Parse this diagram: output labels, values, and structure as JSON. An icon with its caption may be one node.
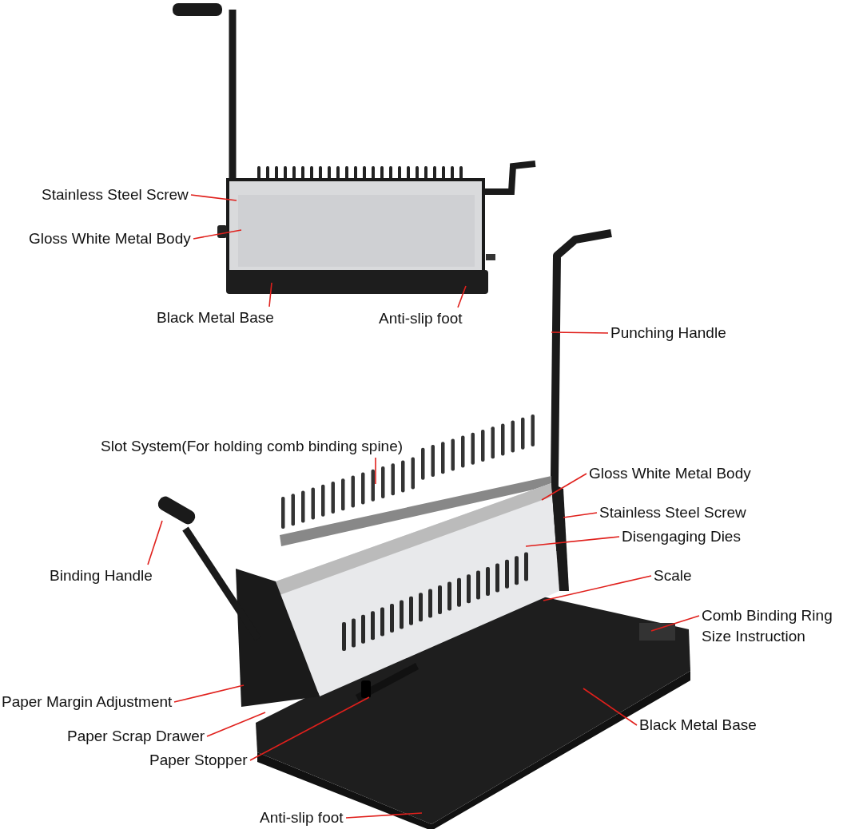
{
  "diagram": {
    "nodes": [
      {
        "text": [
          "Stainless Steel Screw"
        ]
      },
      {
        "text": [
          "Gloss White Metal Body"
        ]
      },
      {
        "text": [
          "Black Metal Base"
        ]
      },
      {
        "text": [
          "Anti-slip foot"
        ]
      },
      {
        "text": [
          "Punching Handle"
        ]
      },
      {
        "text": [
          "Slot System(For holding comb binding spine)"
        ]
      },
      {
        "text": [
          "Gloss White Metal Body"
        ]
      },
      {
        "text": [
          "Stainless Steel Screw"
        ]
      },
      {
        "text": [
          "Binding Handle"
        ]
      },
      {
        "text": [
          "Disengaging Dies"
        ]
      },
      {
        "text": [
          "Scale"
        ]
      },
      {
        "text": [
          "Comb Binding Ring Size Instruction"
        ]
      },
      {
        "text": [
          "Paper Margin Adjustment"
        ]
      },
      {
        "text": [
          "Paper Scrap Drawer"
        ]
      },
      {
        "text": [
          "Black Metal Base"
        ]
      },
      {
        "text": [
          "Paper Stopper"
        ]
      },
      {
        "text": [
          "Anti-slip foot"
        ]
      }
    ],
    "edges": [
      {
        "from": 0,
        "to": null,
        "arrow": "none"
      },
      {
        "from": 1,
        "to": null,
        "arrow": "none"
      },
      {
        "from": 2,
        "to": null,
        "arrow": "none"
      },
      {
        "from": 3,
        "to": null,
        "arrow": "none"
      },
      {
        "from": 4,
        "to": null,
        "arrow": "none"
      },
      {
        "from": 5,
        "to": null,
        "arrow": "none"
      },
      {
        "from": 6,
        "to": null,
        "arrow": "none"
      },
      {
        "from": 7,
        "to": null,
        "arrow": "none"
      },
      {
        "from": 8,
        "to": null,
        "arrow": "none"
      },
      {
        "from": 9,
        "to": null,
        "arrow": "none"
      },
      {
        "from": 10,
        "to": null,
        "arrow": "none"
      },
      {
        "from": 11,
        "to": null,
        "arrow": "none"
      },
      {
        "from": 12,
        "to": null,
        "arrow": "none"
      },
      {
        "from": 13,
        "to": null,
        "arrow": "none"
      },
      {
        "from": 14,
        "to": null,
        "arrow": "none"
      },
      {
        "from": 15,
        "to": null,
        "arrow": "none"
      },
      {
        "from": 16,
        "to": null,
        "arrow": "none"
      }
    ]
  }
}
